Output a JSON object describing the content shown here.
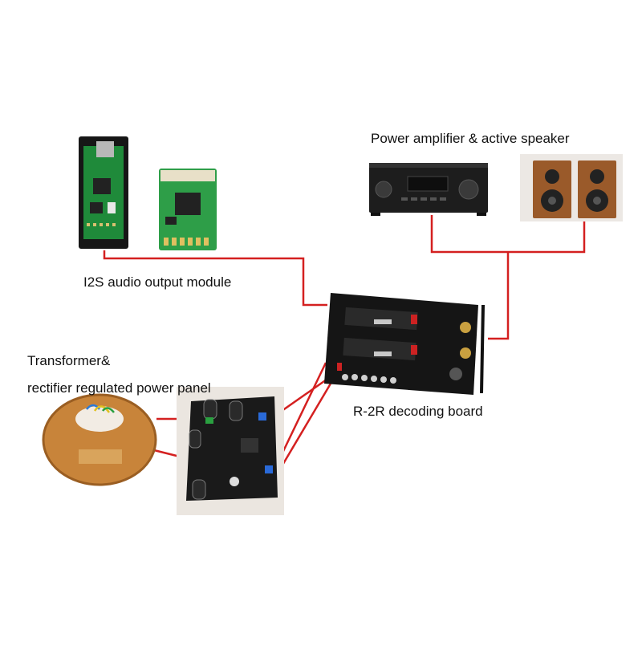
{
  "labels": {
    "i2s_module": "I2S audio output module",
    "power_amp": "Power amplifier & active speaker",
    "transformer_line1": "Transformer&",
    "transformer_line2": "rectifier regulated power panel",
    "r2r_board": "R-2R decoding board"
  },
  "colors": {
    "wire": "#d42020",
    "pcb_black": "#1b1b1b",
    "pcb_green": "#1f8a3a",
    "copper": "#c8843a",
    "wood": "#9a5a2a"
  }
}
